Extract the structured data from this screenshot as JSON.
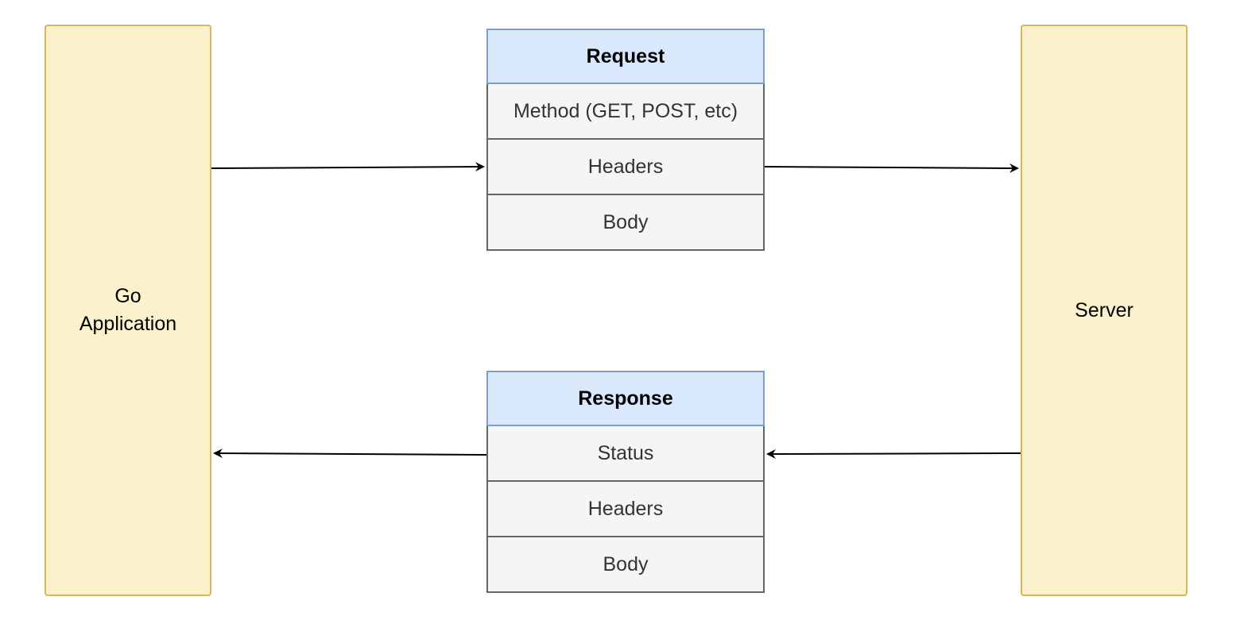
{
  "actors": {
    "client": {
      "label": "Go\nApplication"
    },
    "server": {
      "label": "Server"
    }
  },
  "request": {
    "title": "Request",
    "fields": [
      "Method (GET, POST, etc)",
      "Headers",
      "Body"
    ]
  },
  "response": {
    "title": "Response",
    "fields": [
      "Status",
      "Headers",
      "Body"
    ]
  },
  "colors": {
    "actor_fill": "#fcf1cd",
    "actor_border": "#d7b65e",
    "header_fill": "#dae8fc",
    "header_border": "#7f9dcb",
    "row_fill": "#f5f5f5",
    "row_border": "#666666",
    "arrow": "#000000"
  }
}
